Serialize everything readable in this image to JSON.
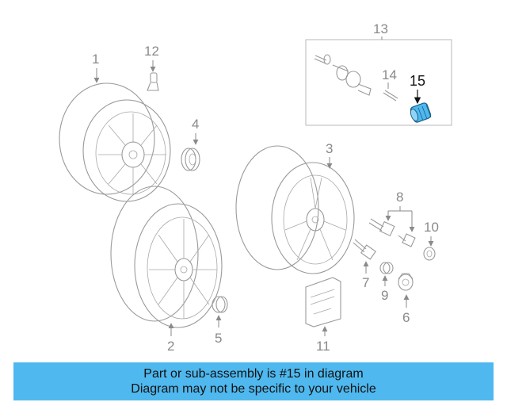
{
  "callouts": {
    "c1": "1",
    "c2": "2",
    "c3": "3",
    "c4": "4",
    "c5": "5",
    "c6": "6",
    "c7": "7",
    "c8": "8",
    "c9": "9",
    "c10": "10",
    "c11": "11",
    "c12": "12",
    "c13": "13",
    "c14": "14",
    "c15": "15"
  },
  "highlight_color": "#4fb8ee",
  "banner": {
    "line1": "Part or sub-assembly is #15 in diagram",
    "line2": "Diagram may not be specific to your vehicle"
  }
}
